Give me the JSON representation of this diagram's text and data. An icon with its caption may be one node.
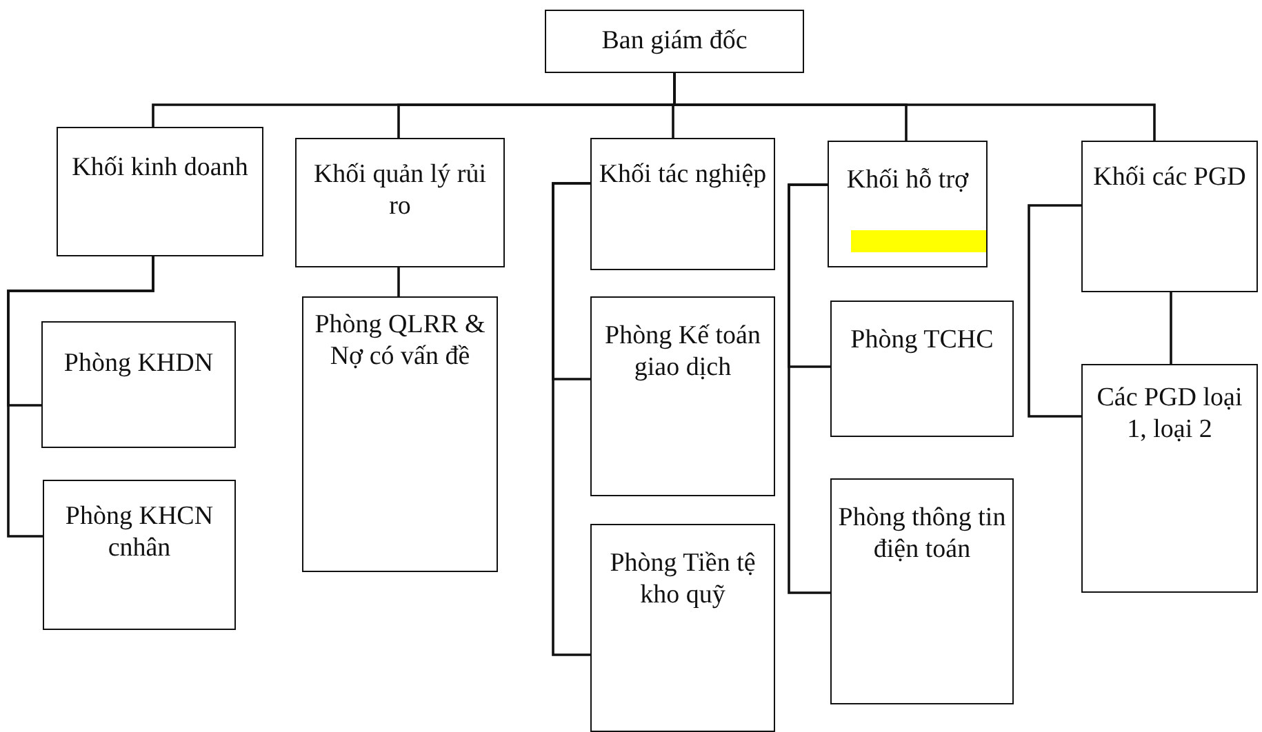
{
  "diagram": {
    "nodes": [
      {
        "text": [
          "Ban giám đốc"
        ]
      },
      {
        "text": [
          "Khối kinh doanh"
        ]
      },
      {
        "text": [
          "Khối quản lý rủi ro"
        ]
      },
      {
        "text": [
          "Khối tác nghiệp"
        ]
      },
      {
        "text": [
          "Khối hỗ trợ"
        ]
      },
      {
        "text": [
          "Khối các PGD"
        ]
      },
      {
        "text": [
          "Phòng KHDN"
        ]
      },
      {
        "text": [
          "Phòng KHCN cnhân"
        ]
      },
      {
        "text": [
          "Phòng QLRR & Nợ có vấn đề"
        ]
      },
      {
        "text": [
          "Phòng Kế toán giao dịch"
        ]
      },
      {
        "text": [
          "Phòng Tiền tệ kho quỹ"
        ]
      },
      {
        "text": [
          "Phòng TCHC"
        ]
      },
      {
        "text": [
          "Phòng thông tin điện toán"
        ]
      },
      {
        "text": [
          "Các PGD loại 1, loại 2"
        ]
      }
    ],
    "edges": [
      {
        "from": 0,
        "to": 1,
        "arrow": "none"
      },
      {
        "from": 0,
        "to": 2,
        "arrow": "none"
      },
      {
        "from": 0,
        "to": 3,
        "arrow": "none"
      },
      {
        "from": 0,
        "to": 4,
        "arrow": "none"
      },
      {
        "from": 0,
        "to": 5,
        "arrow": "none"
      },
      {
        "from": 1,
        "to": 6,
        "arrow": "none"
      },
      {
        "from": 1,
        "to": 7,
        "arrow": "none"
      },
      {
        "from": 2,
        "to": 8,
        "arrow": "none"
      },
      {
        "from": 3,
        "to": 9,
        "arrow": "none"
      },
      {
        "from": 3,
        "to": 10,
        "arrow": "none"
      },
      {
        "from": 4,
        "to": 11,
        "arrow": "none"
      },
      {
        "from": 4,
        "to": 12,
        "arrow": "none"
      },
      {
        "from": 5,
        "to": 13,
        "arrow": "none"
      },
      {
        "from": 5,
        "to": 13,
        "arrow": "none"
      }
    ]
  }
}
